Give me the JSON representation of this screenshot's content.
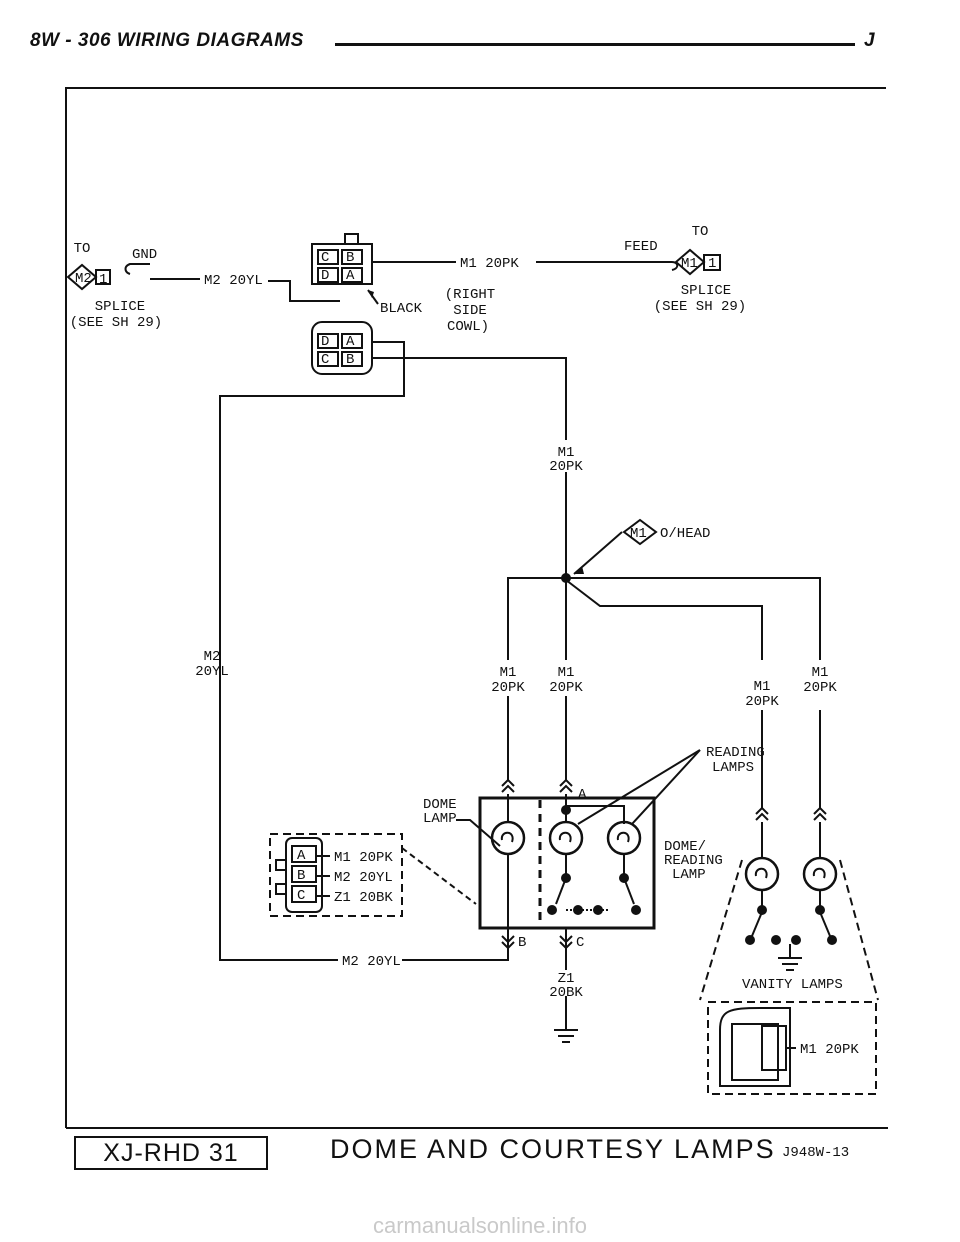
{
  "header": {
    "left": "8W - 306   WIRING DIAGRAMS",
    "right": "J"
  },
  "footer": {
    "code": "XJ-RHD 31",
    "title": "DOME AND COURTESY LAMPS",
    "ref": "J948W-13"
  },
  "watermark": "carmanualsonline.info",
  "labels": {
    "to": "TO",
    "splice": "SPLICE",
    "see_sh": "(SEE SH 29)",
    "gnd": "GND",
    "feed": "FEED",
    "m2_20yl": "M2 20YL",
    "m1_20pk": "M1 20PK",
    "black": "BLACK",
    "right_side_cowl_1": "(RIGHT",
    "right_side_cowl_2": "SIDE",
    "right_side_cowl_3": "COWL)",
    "m1": "M1",
    "m2": "M2",
    "pk": "20PK",
    "yl": "20YL",
    "ohead": "O/HEAD",
    "reading_lamps_1": "READING",
    "reading_lamps_2": "LAMPS",
    "dome_lamp_1": "DOME",
    "dome_lamp_2": "LAMP",
    "dome_reading_1": "DOME/",
    "dome_reading_2": "READING",
    "dome_reading_3": "LAMP",
    "z1": "Z1",
    "bk": "20BK",
    "z1_20bk": "Z1 20BK",
    "vanity_lamps": "VANITY LAMPS",
    "pin_a": "A",
    "pin_b": "B",
    "pin_c": "C",
    "pin_d": "D",
    "splice_m1": "M1",
    "splice_m2": "M2",
    "splice_num": "1"
  }
}
